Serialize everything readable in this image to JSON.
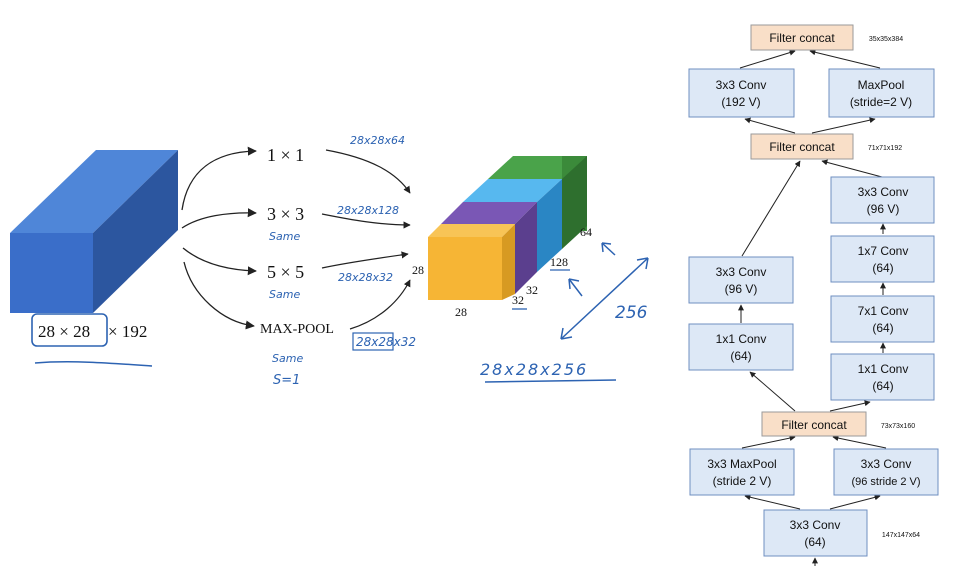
{
  "colors": {
    "input_block_front": "#3a6ec9",
    "input_block_top": "#4f86d8",
    "input_block_side": "#2c569f",
    "yellow": "#f6b535",
    "purple": "#6a4aa1",
    "light_blue": "#3fa9e8",
    "green": "#3b8a3a",
    "ink": "#2d63b2",
    "node_fill": "#dde8f6",
    "node_stroke": "#6f8fc0",
    "concat_fill": "#f9dfc8",
    "concat_stroke": "#9a9a9a"
  },
  "left": {
    "input_dims": [
      "28 × 28",
      "× 192"
    ],
    "branches": [
      "1 × 1",
      "3 × 3",
      "5 × 5",
      "MAX-POOL"
    ],
    "handwritten": {
      "b1_out": "28x28x64",
      "b2_out": "28x28x128",
      "b2_same": "Same",
      "b3_out": "28x28x32",
      "b3_same": "Same",
      "b4_out": "28x28x32",
      "b4_same": "Same",
      "b4_stride": "S=1",
      "total_depth": "256",
      "total_out": "28x28x256"
    },
    "stack_labels": {
      "h": "28",
      "w": "28",
      "d1": "32",
      "d2": "32",
      "d3": "128",
      "d4": "64"
    }
  },
  "right": {
    "nodes": {
      "concat_top": "Filter concat",
      "conv3x3_192": [
        "3x3 Conv",
        "(192 V)"
      ],
      "maxpool_s2": [
        "MaxPool",
        "(stride=2 V)"
      ],
      "concat_mid": "Filter concat",
      "conv3x3_96_left": [
        "3x3 Conv",
        "(96 V)"
      ],
      "conv1x1_64_left": [
        "1x1 Conv",
        "(64)"
      ],
      "conv3x3_96_right": [
        "3x3 Conv",
        "(96 V)"
      ],
      "conv1x7_64": [
        "1x7 Conv",
        "(64)"
      ],
      "conv7x1_64": [
        "7x1 Conv",
        "(64)"
      ],
      "conv1x1_64_right": [
        "1x1 Conv",
        "(64)"
      ],
      "concat_low": "Filter concat",
      "maxpool3x3_s2": [
        "3x3 MaxPool",
        "(stride 2 V)"
      ],
      "conv3x3_96_s2": [
        "3x3 Conv",
        "(96 stride 2 V)"
      ],
      "conv3x3_64_bottom": [
        "3x3 Conv",
        "(64)"
      ]
    },
    "sizes": {
      "top": "35x35x384",
      "mid": "71x71x192",
      "low": "73x73x160",
      "bottom": "147x147x64"
    }
  }
}
